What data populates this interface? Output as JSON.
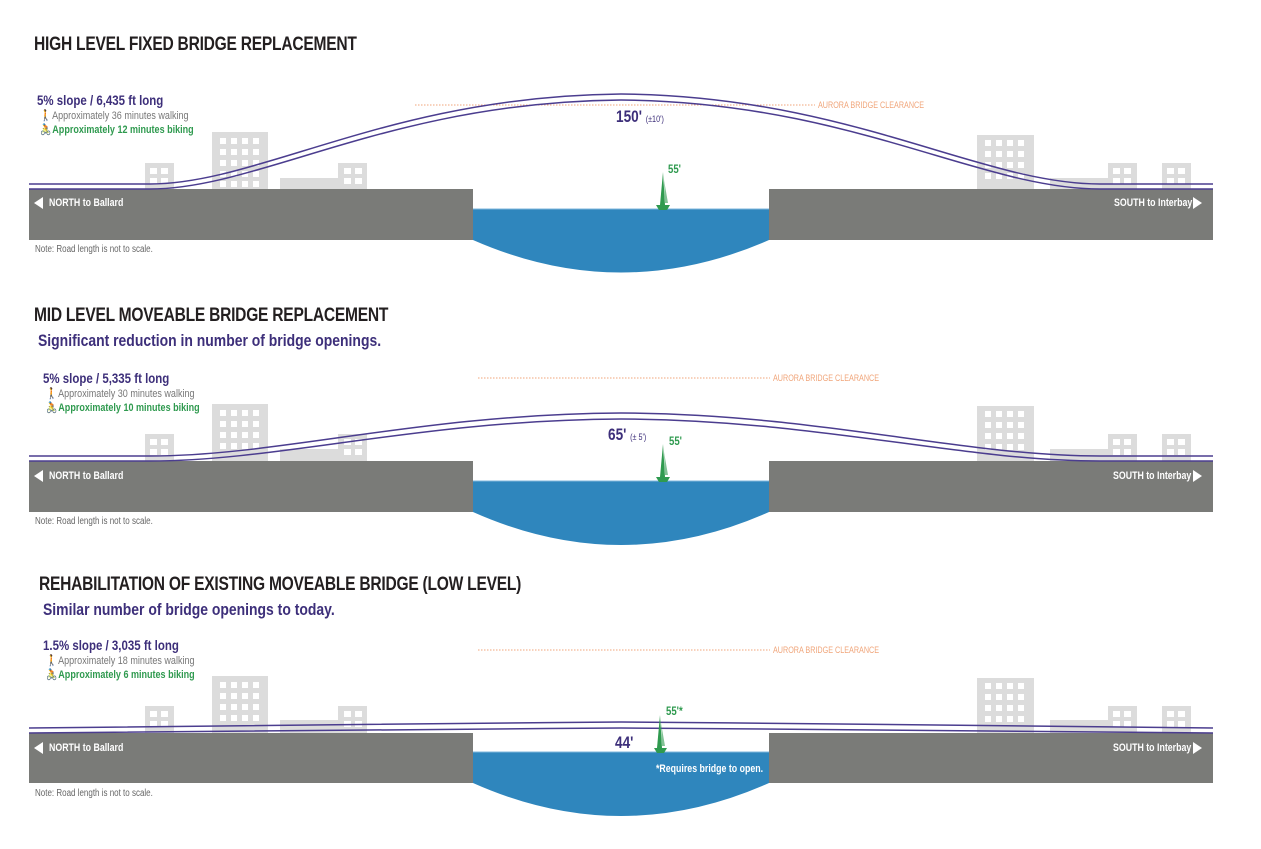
{
  "colors": {
    "road": "#7a7b78",
    "water": "#2f86bd",
    "bridge": "#4b3d8f",
    "building": "#dcdcdc",
    "aurora": "#f0a57a",
    "boat": "#2f9a4f",
    "text_dark": "#231f20",
    "purple": "#3d2f7a"
  },
  "panels": [
    {
      "title": "HIGH LEVEL FIXED BRIDGE REPLACEMENT",
      "subtitle": "",
      "slope": "5% slope / 6,435 ft long",
      "walking": "Approximately 36 minutes walking",
      "biking": "Approximately 12 minutes biking",
      "clearance_label": "AURORA BRIDGE CLEARANCE",
      "bridge_height": "150'",
      "bridge_tolerance": "(±10')",
      "boat_height": "55'",
      "north_label": "NORTH to Ballard",
      "south_label": "SOUTH to Interbay",
      "note": "Note: Road length is not to scale.",
      "footnote": ""
    },
    {
      "title": "MID LEVEL MOVEABLE BRIDGE REPLACEMENT",
      "subtitle": "Significant reduction in number of bridge openings.",
      "slope": "5% slope / 5,335 ft long",
      "walking": "Approximately 30 minutes walking",
      "biking": "Approximately 10 minutes biking",
      "clearance_label": "AURORA BRIDGE CLEARANCE",
      "bridge_height": "65'",
      "bridge_tolerance": "(± 5')",
      "boat_height": "55'",
      "north_label": "NORTH to Ballard",
      "south_label": "SOUTH to Interbay",
      "note": "Note: Road length is not to scale.",
      "footnote": ""
    },
    {
      "title": "REHABILITATION OF EXISTING MOVEABLE BRIDGE (LOW LEVEL)",
      "subtitle": "Similar number of bridge openings to today.",
      "slope": "1.5% slope / 3,035 ft long",
      "walking": "Approximately 18 minutes walking",
      "biking": "Approximately 6 minutes biking",
      "clearance_label": "AURORA BRIDGE CLEARANCE",
      "bridge_height": "44'",
      "bridge_tolerance": "",
      "boat_height": "55'*",
      "north_label": "NORTH to Ballard",
      "south_label": "SOUTH to Interbay",
      "note": "Note: Road length is not to scale.",
      "footnote": "*Requires bridge to open."
    }
  ],
  "icons": {
    "walk": "pedestrian-icon",
    "bike": "cyclist-icon",
    "north_arrow": "arrow-left-icon",
    "south_arrow": "arrow-right-icon",
    "boat": "sailboat-icon"
  }
}
